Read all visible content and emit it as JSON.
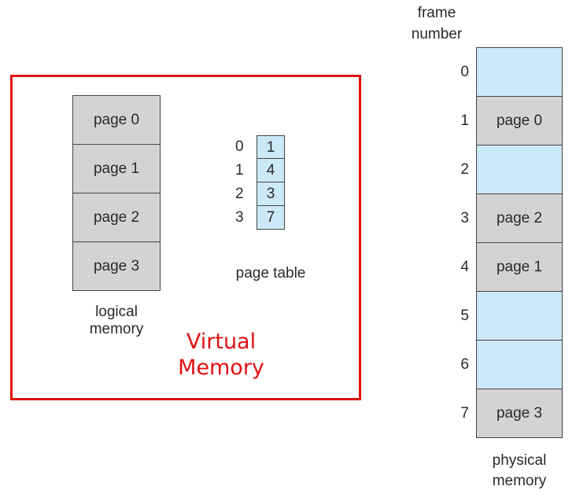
{
  "virtual_memory": {
    "label_line1": "Virtual",
    "label_line2": "Memory",
    "border_color": "#e01010"
  },
  "logical_memory": {
    "pages": [
      "page 0",
      "page 1",
      "page 2",
      "page 3"
    ],
    "caption_line1": "logical",
    "caption_line2": "memory"
  },
  "page_table": {
    "rows": [
      {
        "index": "0",
        "frame": "1"
      },
      {
        "index": "1",
        "frame": "4"
      },
      {
        "index": "2",
        "frame": "3"
      },
      {
        "index": "3",
        "frame": "7"
      }
    ],
    "caption": "page table"
  },
  "physical_memory": {
    "header_line1": "frame",
    "header_line2": "number",
    "frames": [
      {
        "number": "0",
        "content": ""
      },
      {
        "number": "1",
        "content": "page 0"
      },
      {
        "number": "2",
        "content": ""
      },
      {
        "number": "3",
        "content": "page 2"
      },
      {
        "number": "4",
        "content": "page 1"
      },
      {
        "number": "5",
        "content": ""
      },
      {
        "number": "6",
        "content": ""
      },
      {
        "number": "7",
        "content": "page 3"
      }
    ],
    "caption_line1": "physical",
    "caption_line2": "memory"
  },
  "colors": {
    "page_fill": "#d3d3d3",
    "empty_fill": "#cce9f7",
    "accent": "#e01010"
  }
}
